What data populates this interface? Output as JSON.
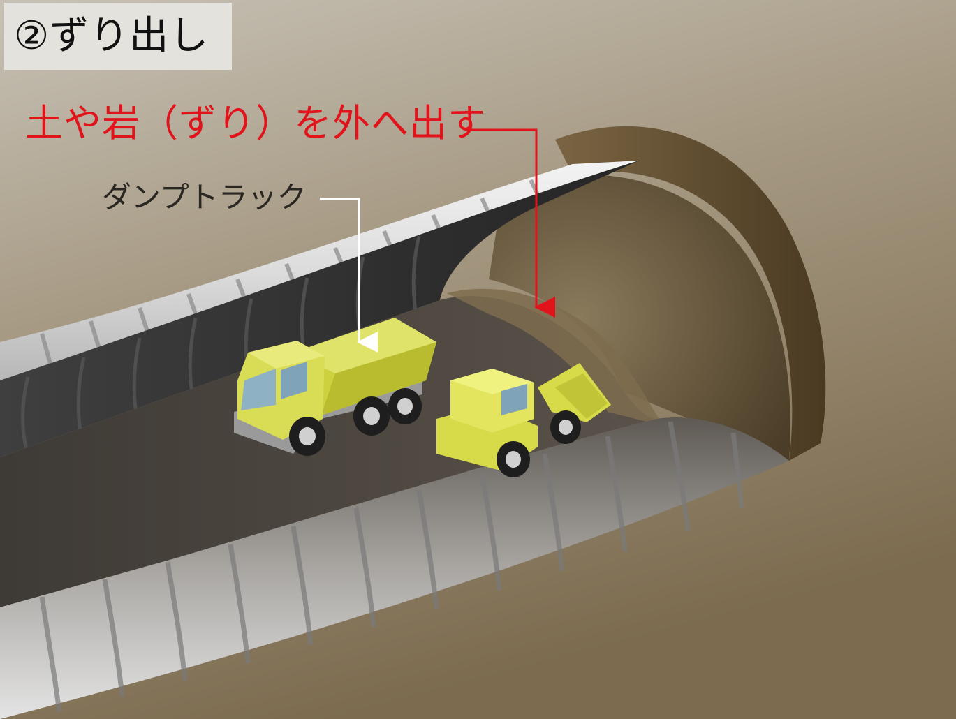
{
  "title": "②ずり出し",
  "annotations": {
    "muck_removal": "土や岩（ずり）を外へ出す",
    "dump_truck": "ダンプトラック"
  },
  "colors": {
    "annotation_red": "#e1141c",
    "label_dark": "#2a2622",
    "truck_yellow": "#e0e35a",
    "tunnel_lining": "#d9d9d9",
    "tunnel_floor": "#4a4540",
    "rock": "#6b5a3c"
  }
}
